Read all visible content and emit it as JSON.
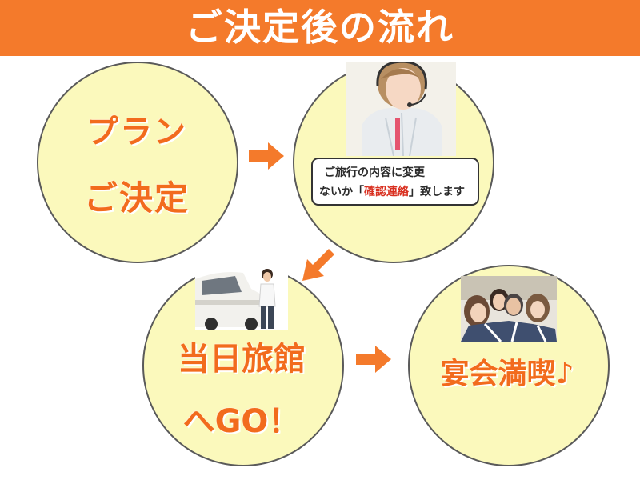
{
  "banner": {
    "title": "ご決定後の流れ",
    "color": "#f47a2b"
  },
  "steps": [
    {
      "line1": "プラン",
      "line2": "ご決定"
    },
    {
      "callout_line1": "ご旅行の内容に変更",
      "callout_line2_prefix": "ないか「",
      "callout_line2_highlight": "確認連絡",
      "callout_line2_suffix": "」致します",
      "photo": "operator-with-headset"
    },
    {
      "line1": "当日旅館",
      "line2": "へGO！",
      "photo": "man-beside-white-car"
    },
    {
      "line1": "宴会満喫♪",
      "photo": "group-party-photo"
    }
  ],
  "colors": {
    "circle_fill": "#fbf9bc",
    "text_orange": "#f26b1d",
    "arrow": "#f47a2b"
  }
}
